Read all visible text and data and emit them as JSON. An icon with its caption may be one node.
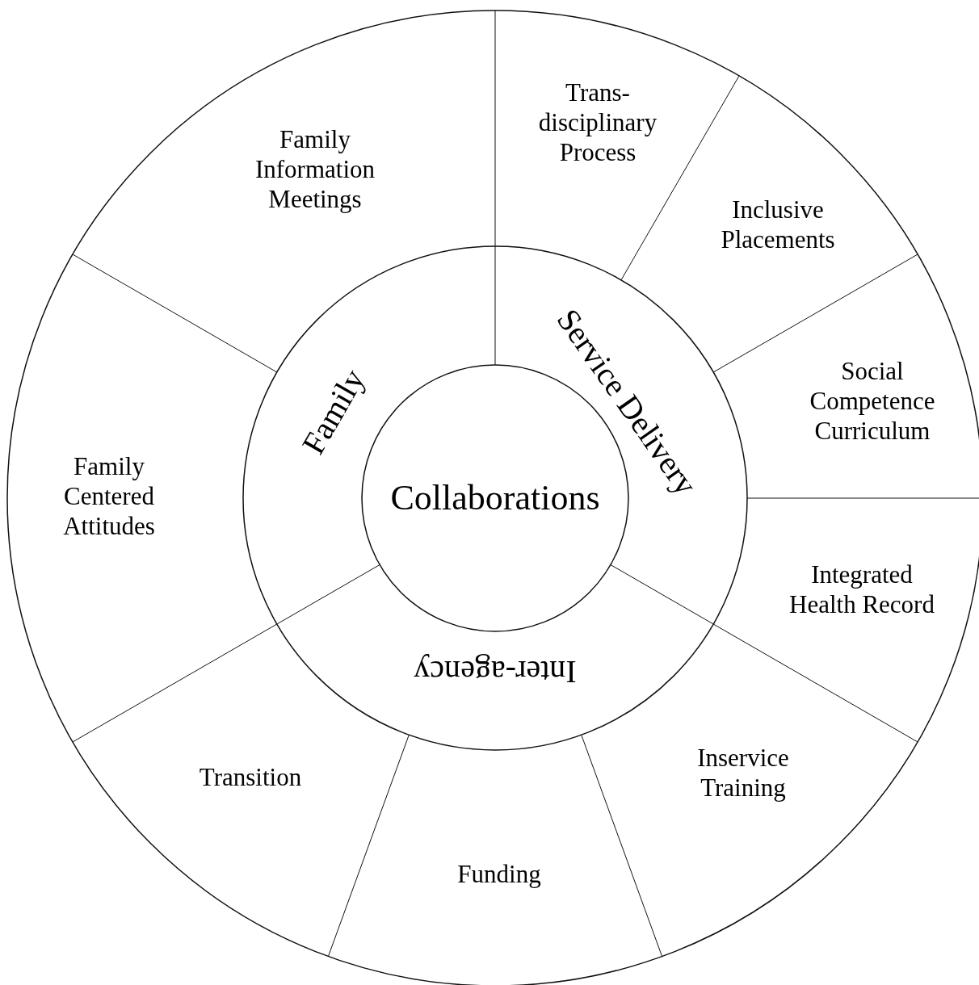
{
  "diagram": {
    "nodes": [
      {
        "text": [
          "Collaborations"
        ]
      },
      {
        "text": [
          "Family"
        ]
      },
      {
        "text": [
          "Service Delivery"
        ]
      },
      {
        "text": [
          "Inter-agency"
        ]
      },
      {
        "text": [
          "Family Information Meetings"
        ]
      },
      {
        "text": [
          "Trans- disciplinary Process"
        ]
      },
      {
        "text": [
          "Inclusive Placements"
        ]
      },
      {
        "text": [
          "Social Competence Curriculum"
        ]
      },
      {
        "text": [
          "Integrated Health Record"
        ]
      },
      {
        "text": [
          "Inservice Training"
        ]
      },
      {
        "text": [
          "Funding"
        ]
      },
      {
        "text": [
          "Transition"
        ]
      },
      {
        "text": [
          "Family Centered Attitudes"
        ]
      }
    ]
  }
}
